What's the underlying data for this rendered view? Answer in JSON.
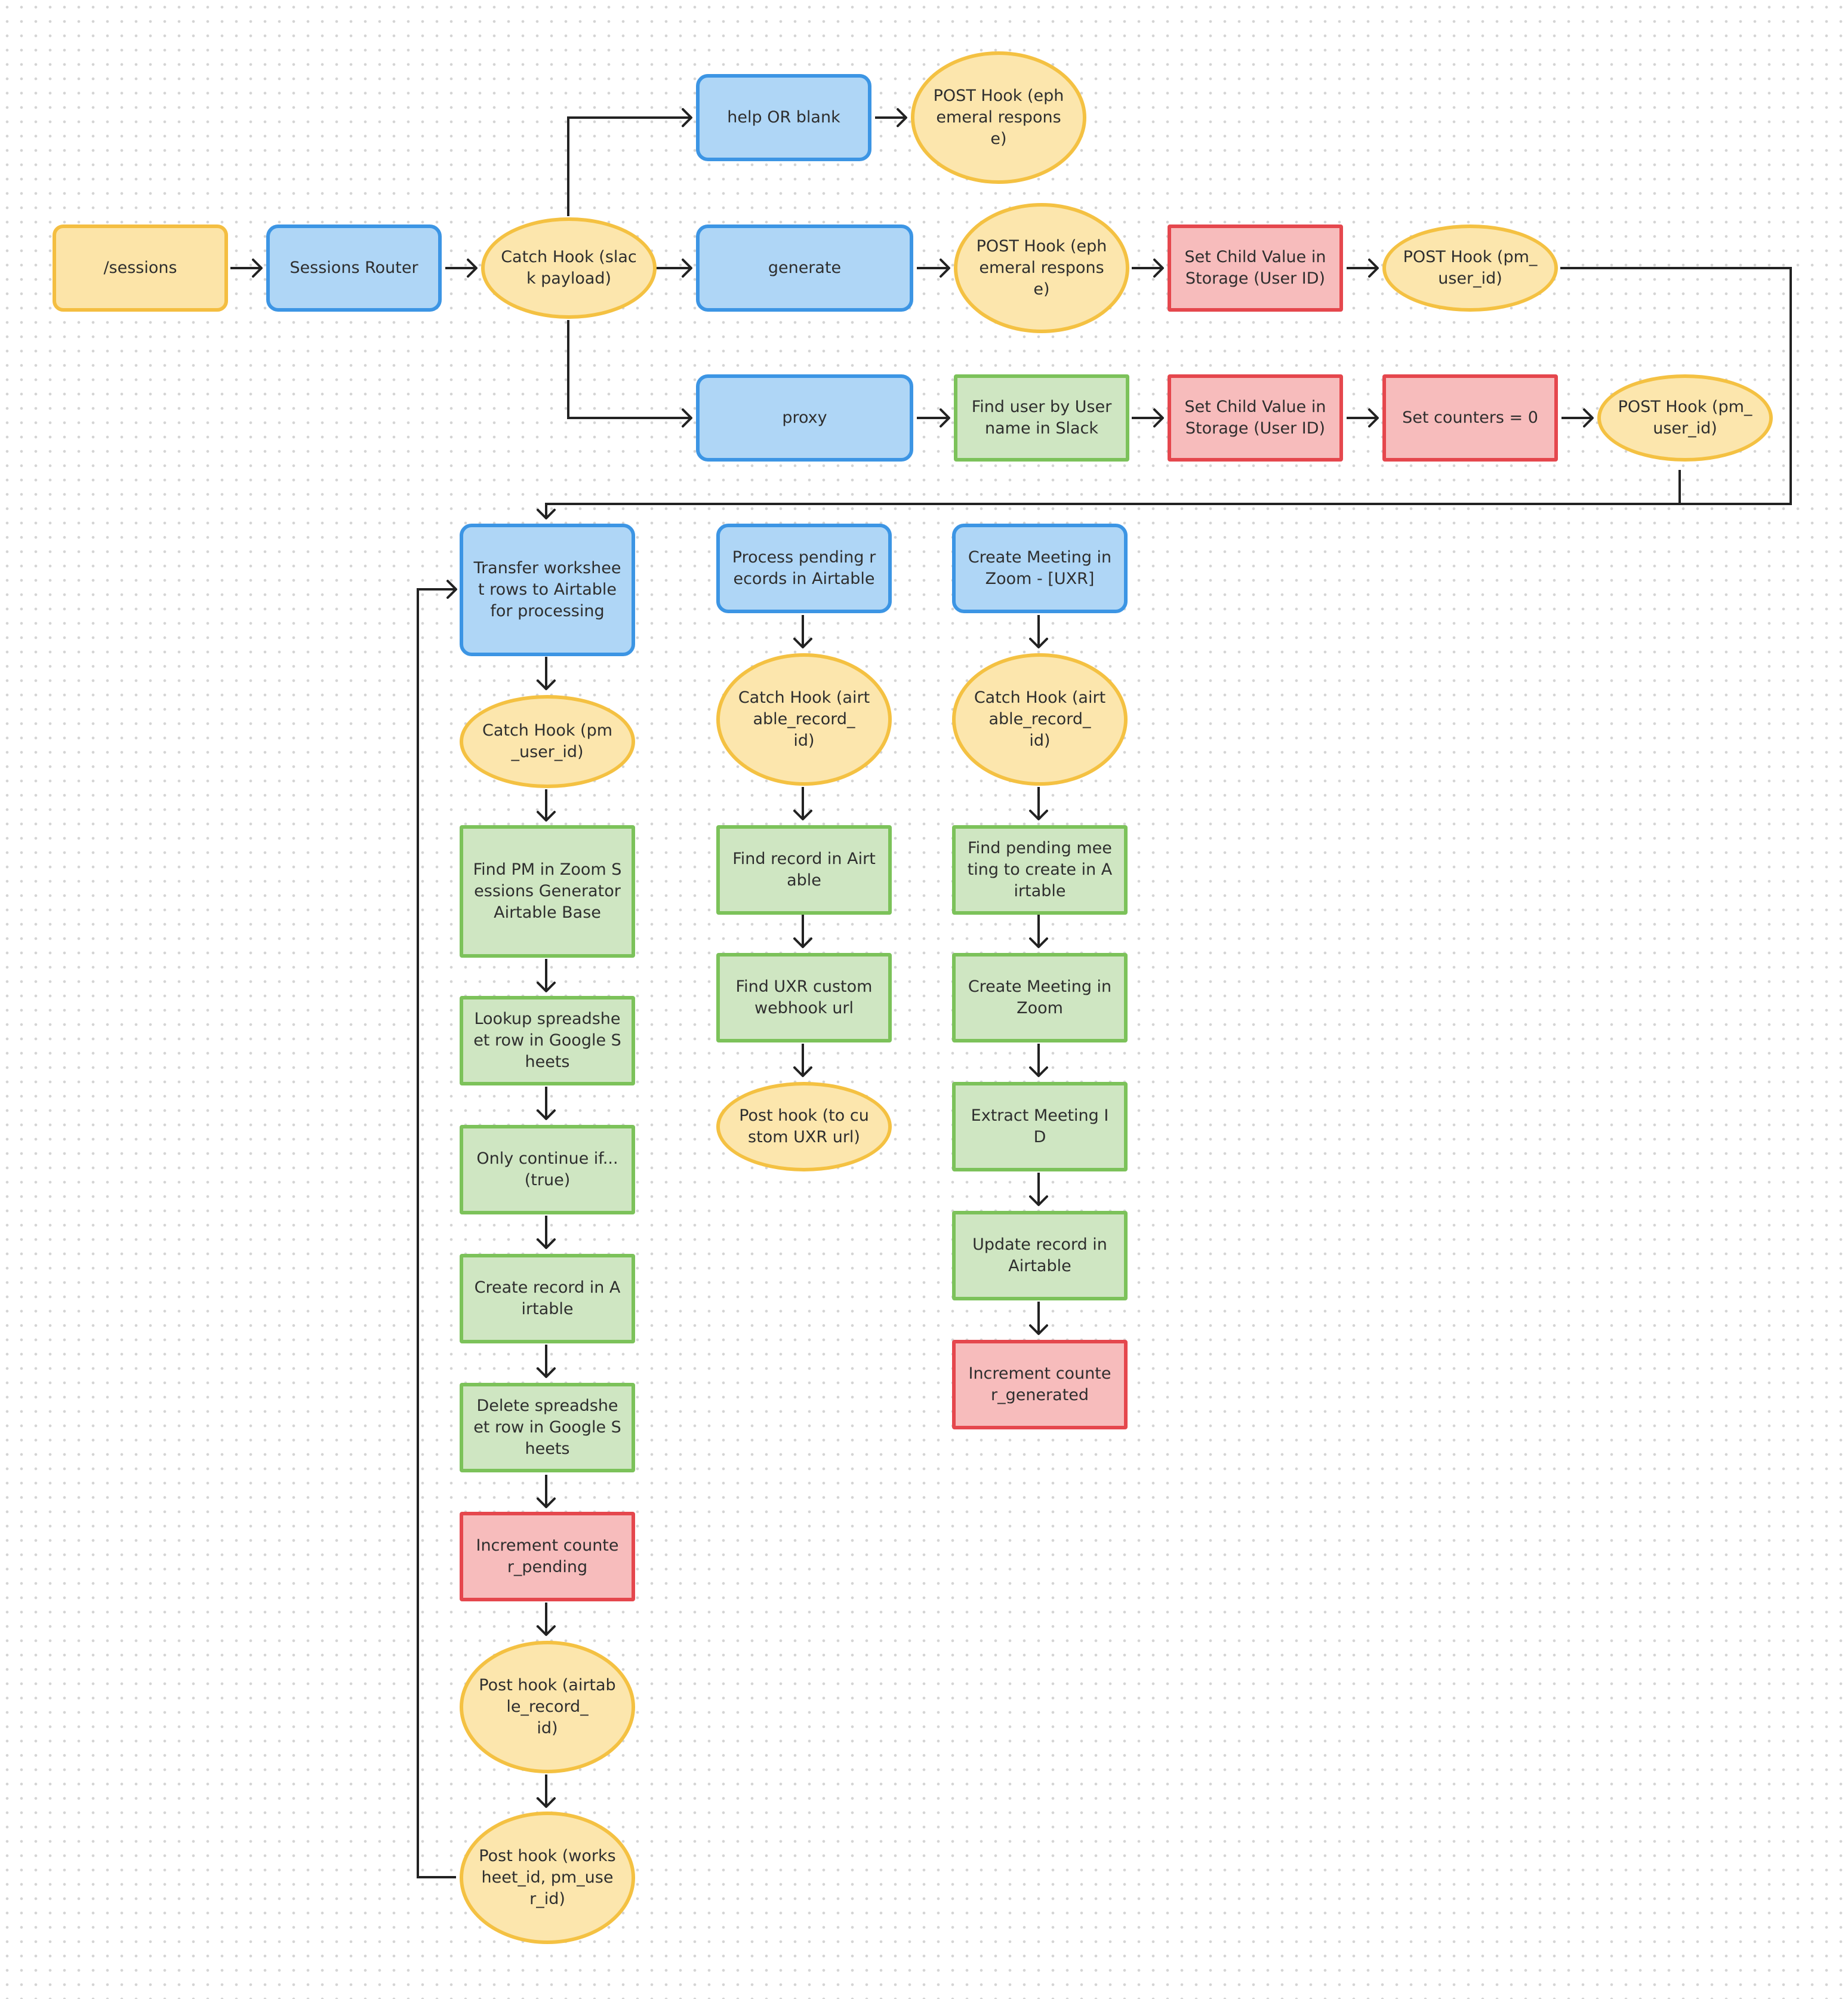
{
  "nodes": {
    "sessions": "/sessions",
    "sessions_router": "Sessions Router",
    "catch_hook_slack": "Catch Hook (slack payload)",
    "help_or_blank": "help OR blank",
    "post_hook_ephemeral_1": "POST Hook (ephemeral response)",
    "generate": "generate",
    "post_hook_ephemeral_2": "POST Hook (ephemeral response)",
    "set_child_value_1": "Set Child Value in Storage (User ID)",
    "post_hook_pm_user_1": "POST Hook (pm_user_id)",
    "proxy": "proxy",
    "find_user_slack": "Find user by Username in Slack",
    "set_child_value_2": "Set Child Value in Storage (User ID)",
    "set_counters": "Set counters = 0",
    "post_hook_pm_user_2": "POST Hook (pm_user_id)",
    "transfer_rows": "Transfer worksheet rows to Airtable for processing",
    "catch_hook_pm_user": "Catch Hook (pm_user_id)",
    "find_pm_zoom": "Find PM in Zoom Sessions Generator Airtable Base",
    "lookup_row": "Lookup spreadsheet row in Google Sheets",
    "only_continue": "Only continue if...\n(true)",
    "create_record": "Create record in Airtable",
    "delete_row": "Delete spreadsheet row in Google Sheets",
    "increment_pending": "Increment counter_pending",
    "post_hook_airtable": "Post hook (airtable_record_\nid)",
    "post_hook_worksheet": "Post hook (worksheet_id, pm_user_id)",
    "process_pending": "Process pending records in Airtable",
    "catch_hook_airtable_1": "Catch Hook (airtable_record_\nid)",
    "find_record": "Find record in Airtable",
    "find_uxr_url": "Find UXR custom webhook url",
    "post_hook_uxr": "Post hook (to custom UXR url)",
    "create_meeting_uxr": "Create Meeting in Zoom - [UXR]",
    "catch_hook_airtable_2": "Catch Hook (airtable_record_\nid)",
    "find_pending_meeting": "Find pending meeting to create in Airtable",
    "create_meeting_zoom": "Create Meeting in Zoom",
    "extract_meeting_id": "Extract Meeting ID",
    "update_record": "Update record in Airtable",
    "increment_generated": "Increment counter_generated"
  },
  "colors": {
    "trigger_fill": "#fce4a8",
    "trigger_border": "#f4be41",
    "router_fill": "#afd6f6",
    "router_border": "#3c95e4",
    "action_fill": "#cfe6c2",
    "action_border": "#7cc25a",
    "storage_fill": "#f7bcbc",
    "storage_border": "#e5474d",
    "connector": "#222222"
  }
}
